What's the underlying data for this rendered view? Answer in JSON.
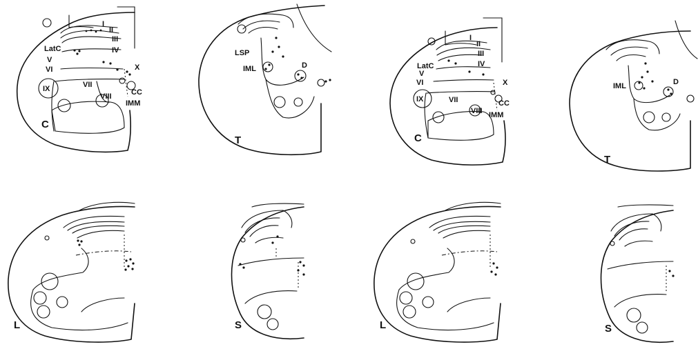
{
  "panels": [
    {
      "id": "top-1",
      "region": "C",
      "laminae": [
        "I",
        "II",
        "III",
        "IV",
        "V",
        "VI",
        "VII",
        "VIII",
        "IX",
        "X"
      ],
      "labels": [
        "LatC",
        "CC",
        "IMM"
      ]
    },
    {
      "id": "top-2",
      "region": "T",
      "labels": [
        "LSP",
        "IML",
        "D"
      ]
    },
    {
      "id": "top-3",
      "region": "C",
      "laminae": [
        "I",
        "II",
        "III",
        "IV",
        "V",
        "VI",
        "VII",
        "VIII",
        "IX",
        "X"
      ],
      "labels": [
        "LatC",
        "CC",
        "IMM"
      ]
    },
    {
      "id": "top-4",
      "region": "T",
      "labels": [
        "IML",
        "D"
      ]
    },
    {
      "id": "bottom-1",
      "region": "L"
    },
    {
      "id": "bottom-2",
      "region": "S"
    },
    {
      "id": "bottom-3",
      "region": "L"
    },
    {
      "id": "bottom-4",
      "region": "S"
    }
  ]
}
